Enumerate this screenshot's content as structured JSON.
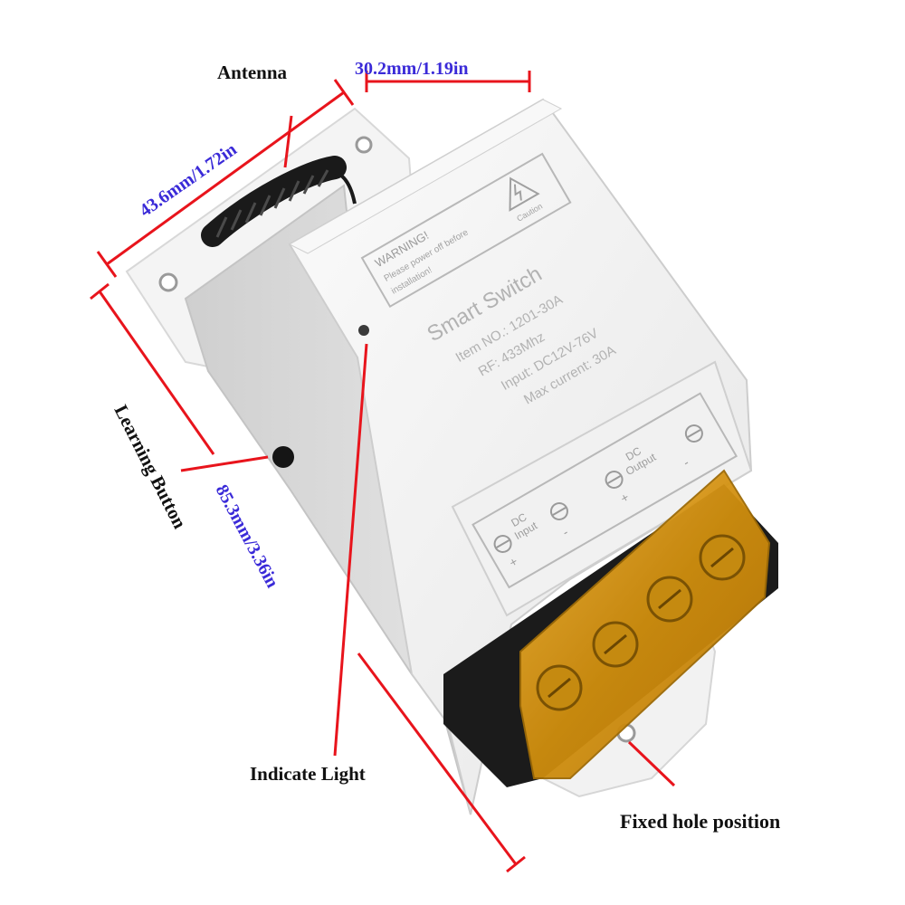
{
  "colors": {
    "callout_line": "#e8141c",
    "dimension_text": "#3a2ad8",
    "label_text": "#111111",
    "housing": "#ececec",
    "terminal_cover": "#d79a12",
    "antenna": "#1a1a1a"
  },
  "labels": {
    "antenna": "Antenna",
    "learning_button": "Learning Button",
    "indicate_light": "Indicate Light",
    "fixed_hole": "Fixed hole position"
  },
  "dimensions": {
    "depth": "30.2mm/1.19in",
    "width": "43.6mm/1.72in",
    "length": "85.3mm/3.36in"
  },
  "device": {
    "warning_title": "WARNING!",
    "warning_line1": "Please power off before",
    "warning_line2": "installation!",
    "caution": "Caution",
    "title": "Smart Switch",
    "item_no": "Item NO.: 1201-30A",
    "rf": "RF: 433Mhz",
    "input": "Input: DC12V-76V",
    "max_current": "Max current: 30A",
    "dc_input": "DC",
    "dc_input2": "Input",
    "dc_output": "DC",
    "dc_output2": "Output",
    "plus": "+",
    "minus": "-"
  },
  "icons": [
    "antenna-coil-icon",
    "high-voltage-warning-icon",
    "screw-terminal-icon",
    "learning-button-icon",
    "indicator-led-icon"
  ]
}
